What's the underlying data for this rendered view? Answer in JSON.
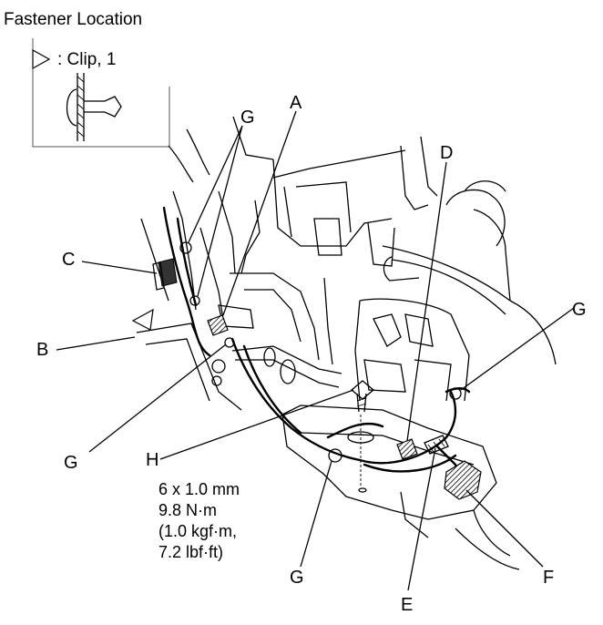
{
  "title": "Fastener Location",
  "legend": {
    "clip_text": ": Clip, 1"
  },
  "callouts": {
    "A": "A",
    "B": "B",
    "C": "C",
    "D": "D",
    "E": "E",
    "F": "F",
    "G": "G",
    "H": "H"
  },
  "bolt_spec": {
    "size": "6 x 1.0 mm",
    "torque_nm": "9.8 N·m",
    "torque_kgf": "(1.0 kgf·m,",
    "torque_lbf": "7.2 lbf·ft)"
  }
}
